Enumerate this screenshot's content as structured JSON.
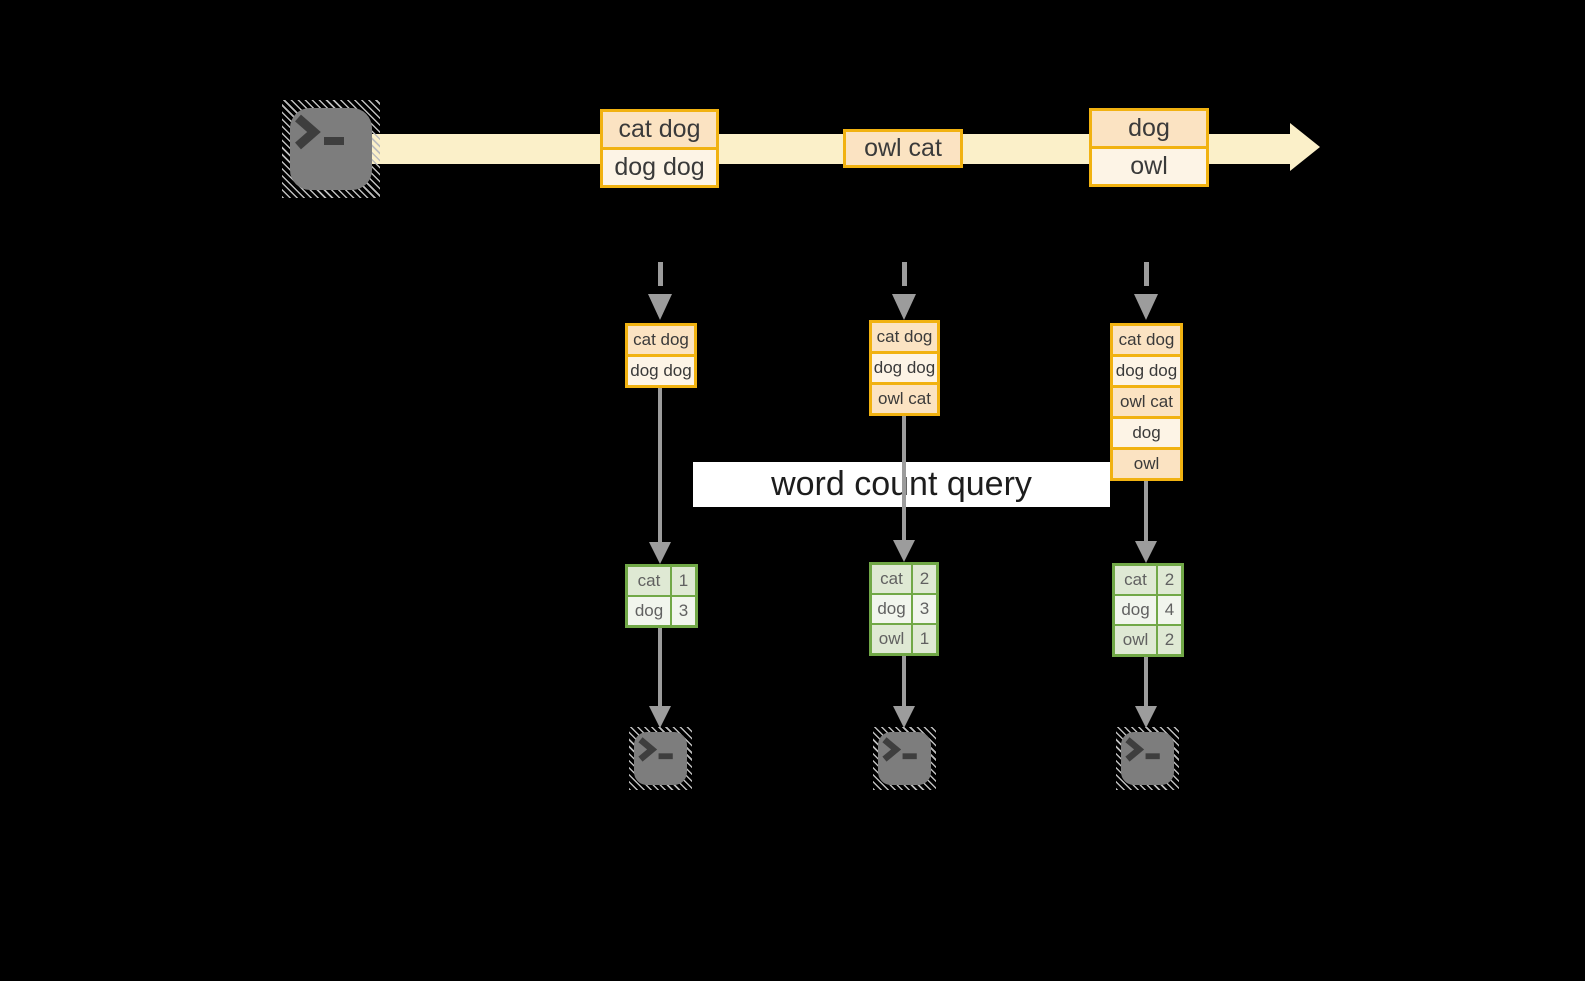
{
  "diagram": {
    "description": "word count over a stream (micro-batches)",
    "query": {
      "label": "word count query"
    }
  },
  "colors": {
    "background": "#000000",
    "stream_band": "#fbf0c9",
    "box_border": "#f1b211",
    "box_fill_dark": "#fbe3c2",
    "box_fill_light": "#fdf4e6",
    "table_border": "#71a847",
    "table_fill_dark": "#dfe9d4",
    "table_fill_light": "#f1f5ed",
    "connector_gray": "#9c9c9c",
    "terminal_gray": "#7d7d7d",
    "banner_background": "#ffffff"
  },
  "stream": {
    "batches": [
      {
        "rows": [
          "cat dog",
          "dog dog"
        ]
      },
      {
        "rows": [
          "owl cat"
        ]
      },
      {
        "rows": [
          "dog",
          "owl"
        ]
      }
    ]
  },
  "columns": [
    {
      "stack": [
        "cat dog",
        "dog dog"
      ],
      "counts": [
        {
          "word": "cat",
          "count": "1"
        },
        {
          "word": "dog",
          "count": "3"
        }
      ]
    },
    {
      "stack": [
        "cat dog",
        "dog dog",
        "owl cat"
      ],
      "counts": [
        {
          "word": "cat",
          "count": "2"
        },
        {
          "word": "dog",
          "count": "3"
        },
        {
          "word": "owl",
          "count": "1"
        }
      ]
    },
    {
      "stack": [
        "cat dog",
        "dog dog",
        "owl cat",
        "dog",
        "owl"
      ],
      "counts": [
        {
          "word": "cat",
          "count": "2"
        },
        {
          "word": "dog",
          "count": "4"
        },
        {
          "word": "owl",
          "count": "2"
        }
      ]
    }
  ]
}
